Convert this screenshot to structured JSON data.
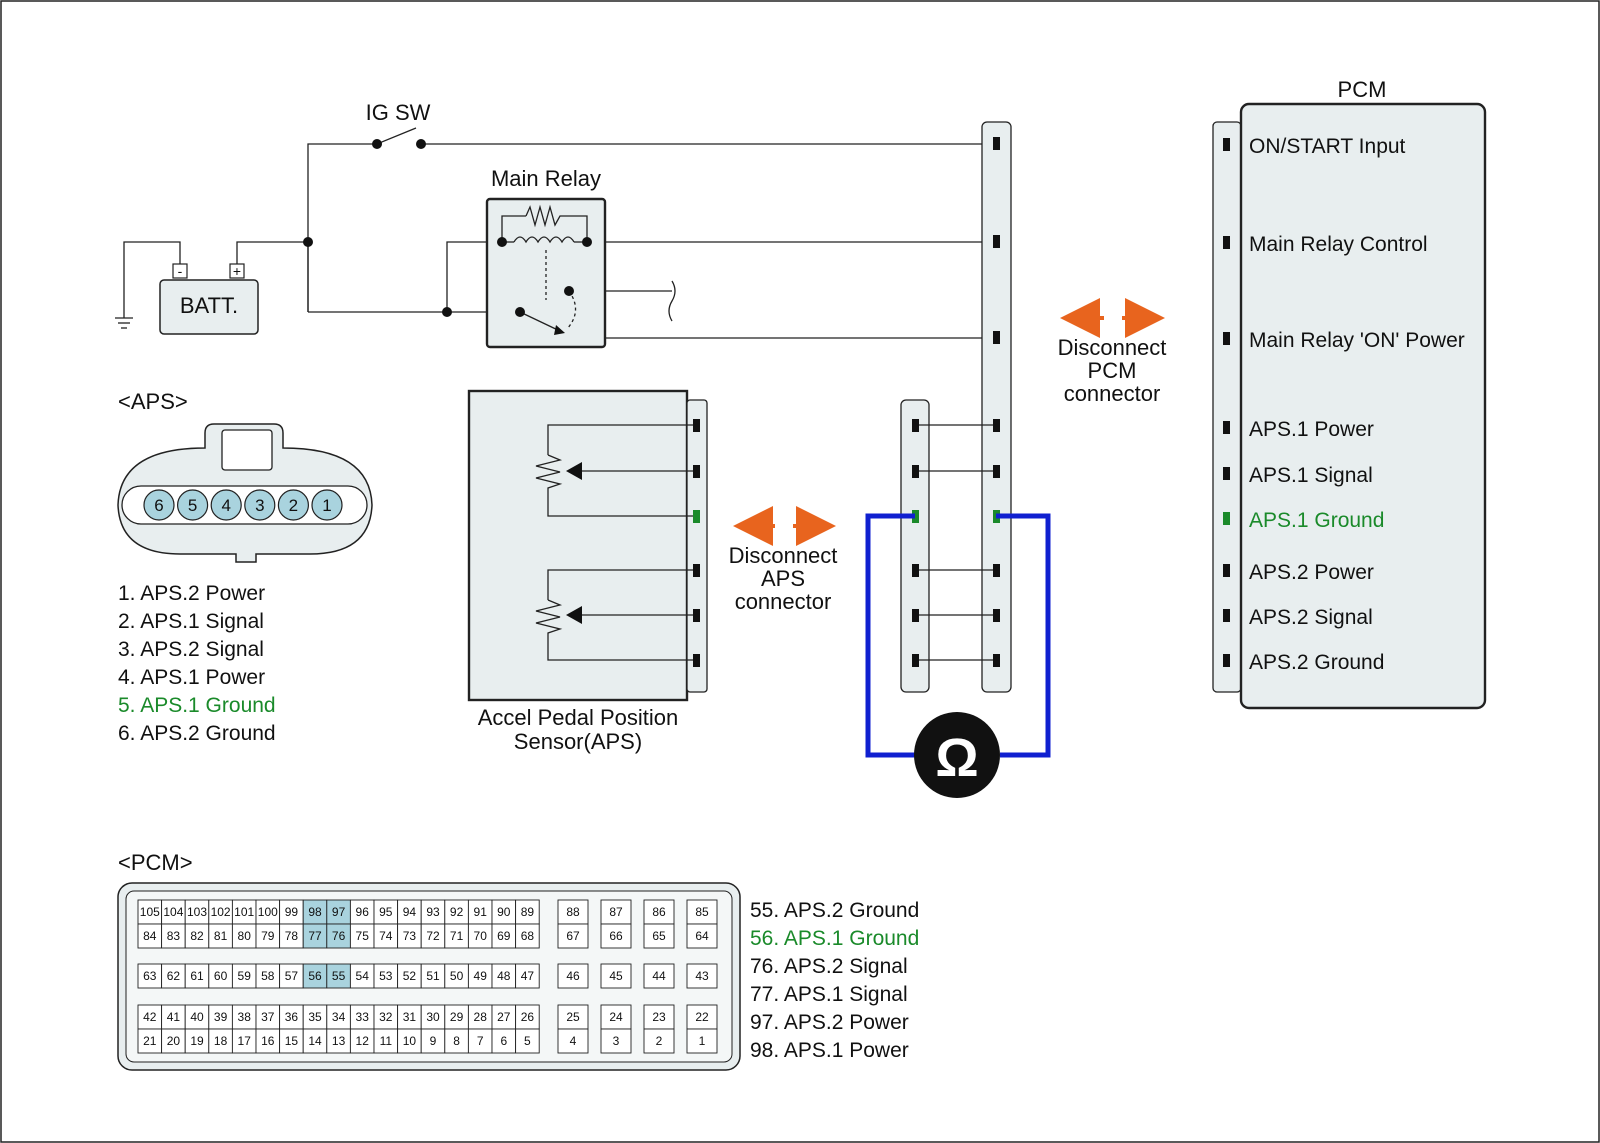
{
  "labels": {
    "ig_sw": "IG SW",
    "main_relay": "Main Relay",
    "batt": "BATT.",
    "batt_minus": "-",
    "batt_plus": "+",
    "pcm_title": "PCM",
    "aps_header": "<APS>",
    "pcm_header": "<PCM>",
    "aps_sensor_line1": "Accel Pedal Position",
    "aps_sensor_line2": "Sensor(APS)",
    "disconnect_aps": [
      "Disconnect",
      "APS",
      "connector"
    ],
    "disconnect_pcm": [
      "Disconnect",
      "PCM",
      "connector"
    ],
    "ohm_symbol": "Ω"
  },
  "pcm_pins": [
    {
      "label": "ON/START Input",
      "highlight": false
    },
    {
      "label": "Main Relay Control",
      "highlight": false
    },
    {
      "label": "Main Relay 'ON' Power",
      "highlight": false
    },
    {
      "label": "APS.1 Power",
      "highlight": false
    },
    {
      "label": "APS.1 Signal",
      "highlight": false
    },
    {
      "label": "APS.1 Ground",
      "highlight": true
    },
    {
      "label": "APS.2 Power",
      "highlight": false
    },
    {
      "label": "APS.2 Signal",
      "highlight": false
    },
    {
      "label": "APS.2 Ground",
      "highlight": false
    }
  ],
  "aps_connector_pins": [
    "6",
    "5",
    "4",
    "3",
    "2",
    "1"
  ],
  "aps_pin_list": [
    {
      "text": "1. APS.2 Power",
      "highlight": false
    },
    {
      "text": "2. APS.1 Signal",
      "highlight": false
    },
    {
      "text": "3. APS.2 Signal",
      "highlight": false
    },
    {
      "text": "4. APS.1 Power",
      "highlight": false
    },
    {
      "text": "5. APS.1 Ground",
      "highlight": true
    },
    {
      "text": "6. APS.2 Ground",
      "highlight": false
    }
  ],
  "pcm_connector": {
    "block1": [
      [
        "105",
        "104",
        "103",
        "102",
        "101",
        "100",
        "99",
        "98",
        "97",
        "96",
        "95",
        "94",
        "93",
        "92",
        "91",
        "90",
        "89"
      ],
      [
        "84",
        "83",
        "82",
        "81",
        "80",
        "79",
        "78",
        "77",
        "76",
        "75",
        "74",
        "73",
        "72",
        "71",
        "70",
        "69",
        "68"
      ]
    ],
    "block1_side": [
      [
        "88",
        "87",
        "86",
        "85"
      ],
      [
        "67",
        "66",
        "65",
        "64"
      ]
    ],
    "block2": [
      [
        "63",
        "62",
        "61",
        "60",
        "59",
        "58",
        "57",
        "56",
        "55",
        "54",
        "53",
        "52",
        "51",
        "50",
        "49",
        "48",
        "47"
      ]
    ],
    "block2_side": [
      [
        "46",
        "45",
        "44",
        "43"
      ]
    ],
    "block3": [
      [
        "42",
        "41",
        "40",
        "39",
        "38",
        "37",
        "36",
        "35",
        "34",
        "33",
        "32",
        "31",
        "30",
        "29",
        "28",
        "27",
        "26"
      ],
      [
        "21",
        "20",
        "19",
        "18",
        "17",
        "16",
        "15",
        "14",
        "13",
        "12",
        "11",
        "10",
        "9",
        "8",
        "7",
        "6",
        "5"
      ]
    ],
    "block3_side": [
      [
        "25",
        "24",
        "23",
        "22"
      ],
      [
        "4",
        "3",
        "2",
        "1"
      ]
    ],
    "highlighted": [
      "98",
      "97",
      "77",
      "76",
      "56",
      "55"
    ]
  },
  "pcm_pin_list": [
    {
      "text": "55. APS.2 Ground",
      "highlight": false
    },
    {
      "text": "56. APS.1 Ground",
      "highlight": true
    },
    {
      "text": "76. APS.2 Signal",
      "highlight": false
    },
    {
      "text": "77. APS.1 Signal",
      "highlight": false
    },
    {
      "text": "97. APS.2 Power",
      "highlight": false
    },
    {
      "text": "98. APS.1 Power",
      "highlight": false
    }
  ],
  "colors": {
    "highlight_green": "#1a8a2a",
    "meter_lead_blue": "#1020d0",
    "arrow_orange": "#e8641e",
    "cell_highlight": "#a9d3de",
    "panel_fill": "#e8eeef"
  }
}
